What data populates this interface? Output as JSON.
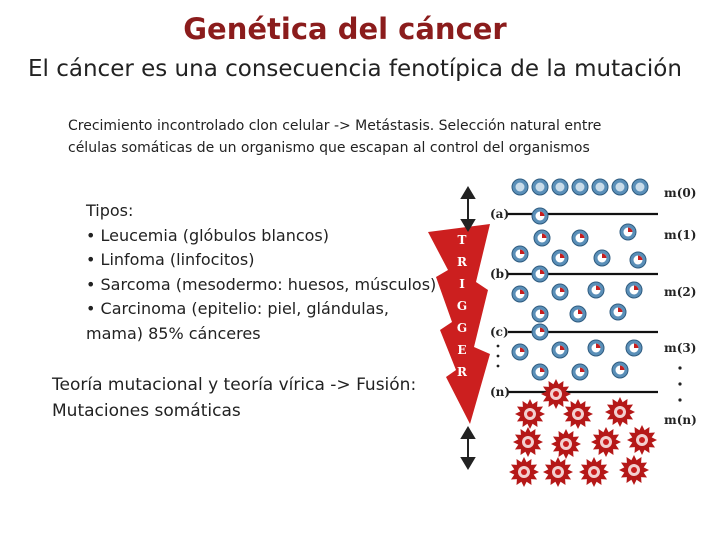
{
  "slide": {
    "title": "Genética del cáncer",
    "subtitle": "El cáncer es una consecuencia fenotípica de la mutación",
    "intro_lines": [
      "Crecimiento incontrolado clon celular -> Metástasis. Selección natural entre",
      "células somáticas de un organismo que escapan al control del organismos"
    ],
    "types_lines": [
      "Tipos:",
      "• Leucemia (glóbulos blancos)",
      "• Linfoma (linfocitos)",
      "• Sarcoma (mesodermo: huesos, músculos)",
      "• Carcinoma (epitelio: piel, glándulas,",
      "mama) 85% cánceres"
    ],
    "theory_lines": [
      "Teoría mutacional y teoría vírica -> Fusión:",
      "Mutaciones somáticas"
    ]
  },
  "figure": {
    "trigger_letters": [
      "T",
      "R",
      "I",
      "G",
      "G",
      "E",
      "R"
    ],
    "stage_labels": [
      "(a)",
      "(b)",
      "(c)",
      "(n)"
    ],
    "mutation_labels": [
      "m(0)",
      "m(1)",
      "m(2)",
      "m(3)",
      "m(n)"
    ],
    "colors": {
      "trigger_red": "#cc1f1f",
      "cell_blue": "#5a8fb8",
      "mutation_red": "#c81e1e",
      "tumor_red": "#b51818"
    }
  }
}
